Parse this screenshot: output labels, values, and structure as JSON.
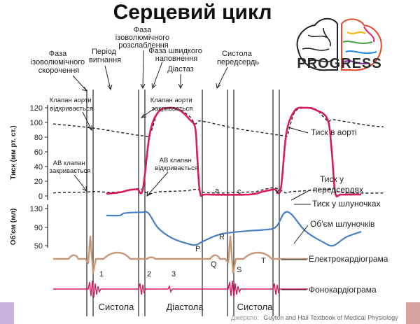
{
  "title": "Серцевий цикл",
  "logo_text": "PROGRESS",
  "phases": {
    "isovolumic_contraction": [
      "Фаза",
      "ізоволюмічного",
      "скорочення"
    ],
    "ejection": [
      "Період",
      "вигнання"
    ],
    "isovolumic_relaxation": [
      "Фаза",
      "ізоволюмічного",
      "розслаблення"
    ],
    "rapid_filling": [
      "Фаза швидкого",
      "наповнення"
    ],
    "diastasis": [
      "Діастаз"
    ],
    "atrial_systole": [
      "Систола",
      "передсердь"
    ]
  },
  "valve_notes": {
    "aortic_opens": [
      "Клапан аорти",
      "відкривається"
    ],
    "aortic_closes": [
      "Клапан аорти",
      "закривається"
    ],
    "av_closes": [
      "АВ клапан",
      "закривається"
    ],
    "av_opens": [
      "АВ клапан",
      "відкривається"
    ]
  },
  "axes": {
    "pressure_label": "Тиск (мм рт. ст.)",
    "pressure_ticks": [
      "120",
      "100",
      "80",
      "60",
      "40",
      "20",
      "0"
    ],
    "volume_label": "Об'єм (мл)",
    "volume_ticks": [
      "130",
      "90",
      "50"
    ]
  },
  "curve_labels": {
    "aortic_pressure": "Тиск в аорті",
    "atrial_pressure": [
      "Тиск у",
      "передсердях"
    ],
    "ventricular_pressure": "Тиск у шлуночках",
    "ventricular_volume": "Об'єм шлуночків",
    "ecg": "Електрокардіограма",
    "phonocardiogram": "Фонокардіограма"
  },
  "wave_letters": {
    "a": "a",
    "c": "c",
    "v": "v",
    "P": "P",
    "Q": "Q",
    "R": "R",
    "S": "S",
    "T": "T"
  },
  "heart_sounds": [
    "1",
    "2",
    "3"
  ],
  "periods": [
    "Систола",
    "Діастола",
    "Систола"
  ],
  "source": {
    "prefix": "Джерело:",
    "text": "Guyton and Hall Textbook of Medical Physiology"
  },
  "colors": {
    "ventricular_pressure": "#d81b60",
    "ventricular_volume": "#4a7fc1",
    "ecg": "#c89878",
    "phono": "#d81b60",
    "aortic_pressure": "#222222",
    "atrial_pressure": "#222222",
    "corner_left": "#c8b2dd",
    "corner_right": "#d6a49e"
  },
  "chart_data": {
    "type": "line",
    "pressure_ylim": [
      0,
      120
    ],
    "volume_ylim": [
      50,
      130
    ],
    "series": [
      {
        "name": "Тиск в аорті",
        "x": [
          0,
          60,
          126,
          138,
          150,
          165,
          180,
          195,
          203,
          208,
          222,
          260,
          300,
          330,
          335,
          345,
          360,
          375,
          392,
          398,
          412,
          450,
          472
        ],
        "values": [
          98,
          92,
          82,
          84,
          114,
          120,
          118,
          108,
          98,
          102,
          100,
          92,
          86,
          82,
          84,
          114,
          120,
          118,
          102,
          104,
          102,
          96,
          94
        ]
      },
      {
        "name": "Тиск у передсердях",
        "x": [
          0,
          20,
          40,
          60,
          80,
          100,
          112,
          124,
          130,
          138,
          146,
          160,
          190,
          205,
          215,
          240,
          270,
          290,
          302,
          316,
          326,
          333,
          341,
          360,
          392,
          400,
          410,
          440,
          472
        ],
        "values": [
          4,
          5,
          5,
          6,
          5,
          6,
          8,
          10,
          6,
          3,
          5,
          6,
          7,
          9,
          5,
          4,
          5,
          6,
          9,
          11,
          7,
          4,
          6,
          7,
          9,
          10,
          5,
          4,
          4
        ]
      },
      {
        "name": "Тиск у шлуночках",
        "x": [
          76,
          96,
          108,
          120,
          128,
          138,
          150,
          165,
          180,
          195,
          203,
          206,
          210,
          220,
          280,
          300,
          316,
          325,
          333,
          345,
          360,
          375,
          392,
          398,
          403,
          412,
          440
        ],
        "values": [
          3,
          5,
          8,
          9,
          9,
          85,
          114,
          120,
          117,
          104,
          92,
          50,
          4,
          2,
          2,
          6,
          9,
          9,
          85,
          116,
          120,
          117,
          104,
          60,
          4,
          2,
          2
        ]
      },
      {
        "name": "Об'єм шлуночків",
        "x": [
          76,
          95,
          102,
          126,
          136,
          150,
          170,
          195,
          205,
          215,
          240,
          280,
          300,
          318,
          330,
          340,
          360,
          385,
          400,
          418,
          440
        ],
        "values": [
          115,
          115,
          120,
          122,
          120,
          88,
          66,
          53,
          52,
          60,
          75,
          82,
          84,
          90,
          120,
          118,
          82,
          58,
          50,
          68,
          80
        ]
      }
    ]
  }
}
